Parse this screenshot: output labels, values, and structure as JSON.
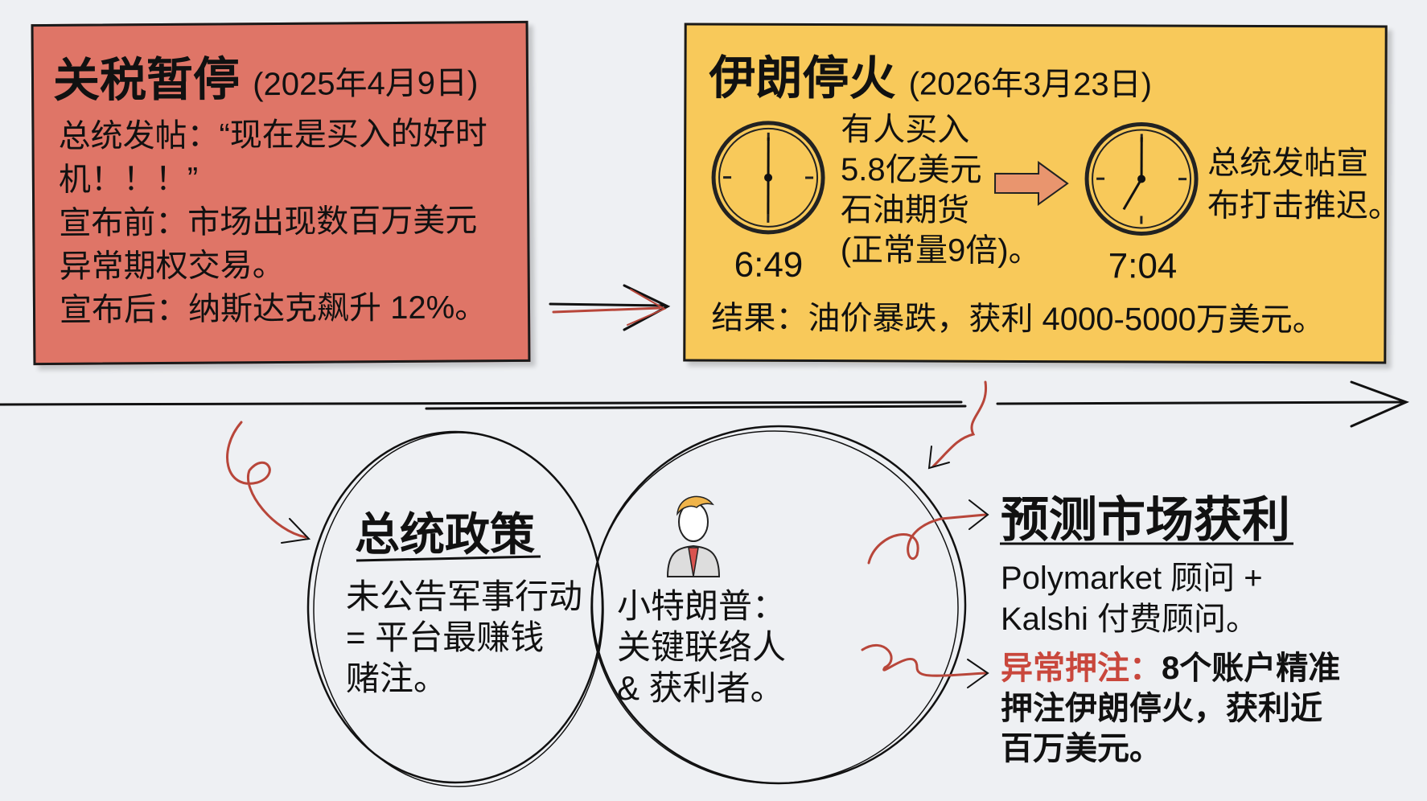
{
  "tariff_card": {
    "title": "关税暂停",
    "date": "(2025年4月9日)",
    "lines": [
      "总统发帖：“现在是买入的好时",
      "机！！！”",
      "宣布前：市场出现数百万美元",
      "异常期权交易。",
      "宣布后：纳斯达克飙升 12%。"
    ],
    "color": "#df7567"
  },
  "ceasefire_card": {
    "title": "伊朗停火",
    "date": "(2026年3月23日)",
    "clock1_time": "6:49",
    "clock1_lines": [
      "有人买入",
      "5.8亿美元",
      "石油期货",
      "(正常量9倍)。"
    ],
    "clock2_time": "7:04",
    "clock2_lines": [
      "总统发帖宣",
      "布打击推迟。"
    ],
    "result": "结果：油价暴跌，获利 4000-5000万美元。",
    "color": "#f8c95a"
  },
  "venn": {
    "left_title": "总统政策",
    "left_lines": [
      "未公告军事行动",
      "= 平台最赚钱",
      "赌注。"
    ],
    "center_lines": [
      "小特朗普：",
      "关键联络人",
      "& 获利者。"
    ]
  },
  "prediction": {
    "title": "预测市场获利",
    "lines": [
      "Polymarket 顾问 +",
      "Kalshi 付费顾问。"
    ],
    "anomaly_label": "异常押注：",
    "anomaly_lines": [
      "8个账户精准",
      "押注伊朗停火，获利近",
      "百万美元。"
    ],
    "accent": "#c9473c"
  }
}
